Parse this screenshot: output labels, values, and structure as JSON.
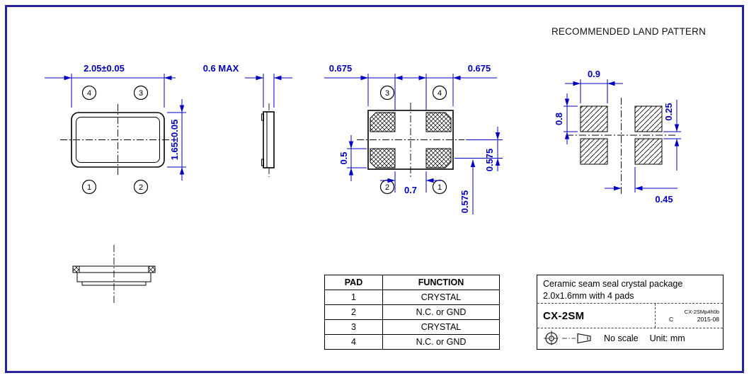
{
  "land_pattern_title": "RECOMMENDED LAND PATTERN",
  "top_view": {
    "width_dim": "2.05±0.05",
    "height_dim": "1.65±0.05",
    "pad_tl": "4",
    "pad_tr": "3",
    "pad_bl": "1",
    "pad_br": "2"
  },
  "side_view": {
    "thickness_dim": "0.6 MAX"
  },
  "bottom_view": {
    "pad_tl": "3",
    "pad_tr": "4",
    "pad_bl": "2",
    "pad_br": "1",
    "dim_left": "0.675",
    "dim_right": "0.675",
    "dim_pad_height": "0.5",
    "dim_center_gap": "0.7",
    "dim_v_upper": "0.575",
    "dim_v_lower": "0.575"
  },
  "land_pattern": {
    "dim_pad_width": "0.9",
    "dim_pad_height": "0.8",
    "dim_gap": "0.25",
    "dim_offset": "0.45"
  },
  "pad_table": {
    "headers": [
      "PAD",
      "FUNCTION"
    ],
    "rows": [
      {
        "pad": "1",
        "function": "CRYSTAL"
      },
      {
        "pad": "2",
        "function": "N.C. or GND"
      },
      {
        "pad": "3",
        "function": "CRYSTAL"
      },
      {
        "pad": "4",
        "function": "N.C. or GND"
      }
    ]
  },
  "title_block": {
    "description_line1": "Ceramic seam seal crystal package",
    "description_line2": "2.0x1.6mm with 4 pads",
    "part_number": "CX-2SM",
    "doc_number": "CX-2SMp4h0b",
    "revision": "C",
    "date": "2015-08",
    "scale": "No scale",
    "unit": "Unit: mm"
  },
  "colors": {
    "dimension": "#0000c4",
    "line": "#000000",
    "border": "#2323a3"
  }
}
